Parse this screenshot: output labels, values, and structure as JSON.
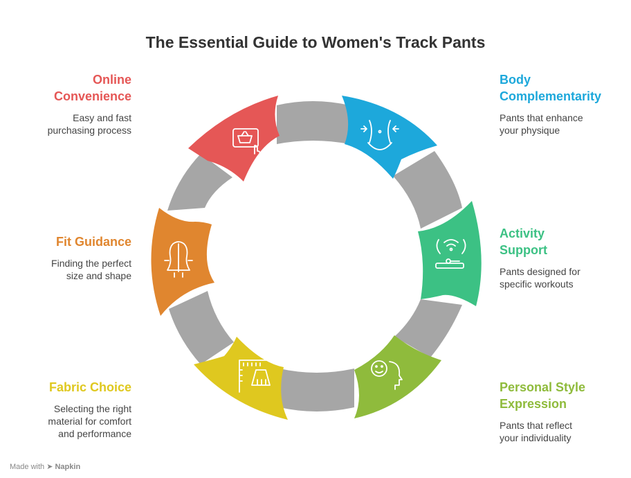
{
  "title": "The Essential Guide to Women's Track Pants",
  "colors": {
    "ring": "#a6a6a6",
    "online": "#e55756",
    "body": "#1da8db",
    "activity": "#3cc184",
    "style": "#8fbb3c",
    "fabric": "#dfc81f",
    "fit": "#e0862f"
  },
  "segments": [
    {
      "key": "online",
      "title": "Online Convenience",
      "title_lines": [
        "Online",
        "Convenience"
      ],
      "description_lines": [
        "Easy and fast",
        "purchasing process"
      ],
      "icon": "shopping-basket-touch-icon"
    },
    {
      "key": "body",
      "title": "Body Complementarity",
      "title_lines": [
        "Body",
        "Complementarity"
      ],
      "description_lines": [
        "Pants that enhance",
        "your physique"
      ],
      "icon": "waist-silhouette-icon"
    },
    {
      "key": "activity",
      "title": "Activity Support",
      "title_lines": [
        "Activity",
        "Support"
      ],
      "description_lines": [
        "Pants designed for",
        "specific workouts"
      ],
      "icon": "workout-signal-icon"
    },
    {
      "key": "style",
      "title": "Personal Style Expression",
      "title_lines": [
        "Personal Style",
        "Expression"
      ],
      "description_lines": [
        "Pants that reflect",
        "your individuality"
      ],
      "icon": "smiling-head-icon"
    },
    {
      "key": "fabric",
      "title": "Fabric Choice",
      "title_lines": [
        "Fabric Choice"
      ],
      "description_lines": [
        "Selecting the right",
        "material for comfort",
        "and performance"
      ],
      "icon": "fabric-measure-icon"
    },
    {
      "key": "fit",
      "title": "Fit Guidance",
      "title_lines": [
        "Fit Guidance"
      ],
      "description_lines": [
        "Finding the perfect",
        "size and shape"
      ],
      "icon": "dress-form-icon"
    }
  ],
  "footer": {
    "made_with": "Made with",
    "brand": "Napkin"
  }
}
